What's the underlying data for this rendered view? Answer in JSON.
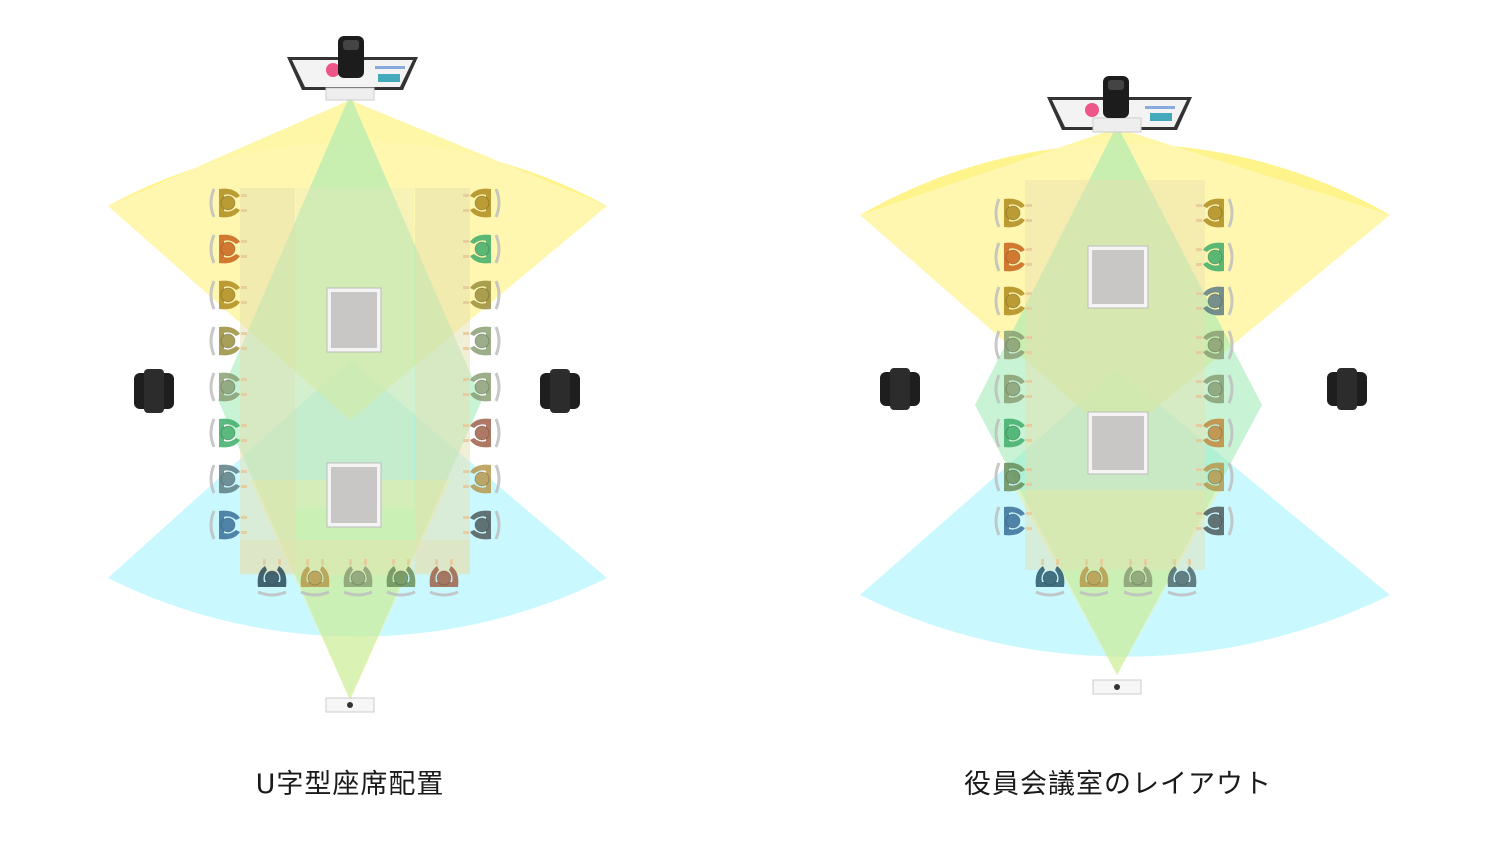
{
  "layouts": [
    {
      "id": "u-shape",
      "caption": "U字型座席配置",
      "tables": 2,
      "seats": {
        "left_column": [
          "#b08b1e",
          "#c9641c",
          "#b08b1e",
          "#9a8f3c",
          "#8a9f75",
          "#3fae6a",
          "#5e7f86",
          "#3a6f9a"
        ],
        "right_column": [
          "#b08b1e",
          "#3fae6a",
          "#9a8f3c",
          "#8a9f75",
          "#8a9f75",
          "#a0624a",
          "#b89a4e",
          "#4f5b5e"
        ],
        "bottom_row": [
          "#2a4a5a",
          "#b89a4e",
          "#8a9f75",
          "#6a8f5a",
          "#a0624a"
        ]
      }
    },
    {
      "id": "board-room",
      "caption": "役員会議室のレイアウト",
      "tables": 2,
      "seats": {
        "left_column": [
          "#b08b1e",
          "#c9641c",
          "#b08b1e",
          "#8a9f75",
          "#8a9f75",
          "#3fae6a",
          "#6a8f5a",
          "#3a6f9a"
        ],
        "right_column": [
          "#b08b1e",
          "#3fae6a",
          "#5e7f86",
          "#8a9f75",
          "#8a9f75",
          "#c08a3e",
          "#b89a4e",
          "#4f5b5e"
        ],
        "bottom_row": [
          "#2a5a6a",
          "#b89a4e",
          "#8a9f75",
          "#4f6b6e"
        ]
      }
    }
  ],
  "colors": {
    "yellow_zone": "#fff27a",
    "cyan_zone": "#7ff0ff",
    "green_overlap": "#b8f3a8",
    "table": "#e8e6b8",
    "mic_pad": "#c8c8c8",
    "camera": "#1a1a1a"
  },
  "icons": [
    "display-monitor-icon",
    "ptz-camera-icon",
    "side-camera-icon",
    "ceiling-microphone-icon",
    "tracking-camera-icon",
    "person-seat-icon"
  ]
}
